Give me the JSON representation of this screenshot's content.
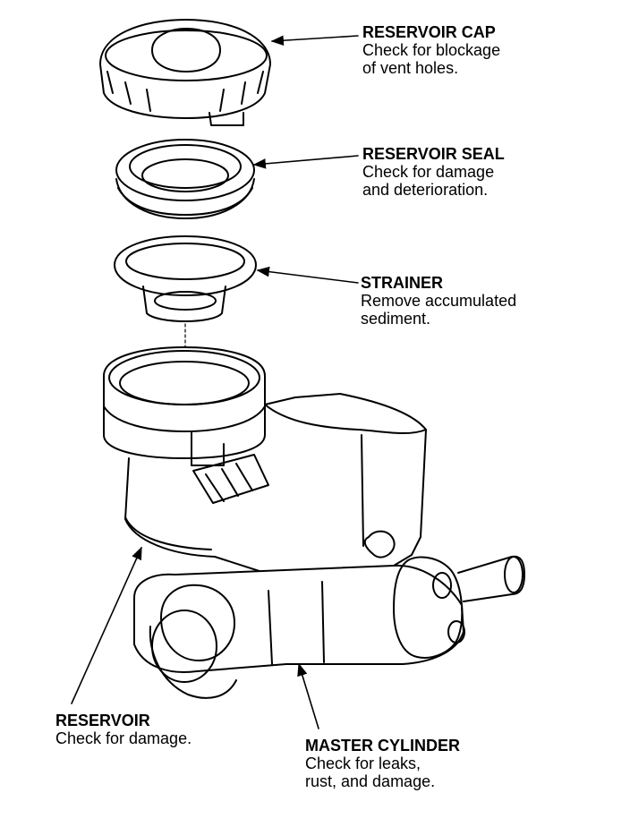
{
  "callouts": {
    "reservoir_cap": {
      "title": "RESERVOIR CAP",
      "lines": [
        "Check for blockage",
        "of vent holes."
      ]
    },
    "reservoir_seal": {
      "title": "RESERVOIR SEAL",
      "lines": [
        "Check for damage",
        "and deterioration."
      ]
    },
    "strainer": {
      "title": "STRAINER",
      "lines": [
        "Remove accumulated",
        "sediment."
      ]
    },
    "reservoir": {
      "title": "RESERVOIR",
      "lines": [
        "Check for damage."
      ]
    },
    "master_cylinder": {
      "title": "MASTER CYLINDER",
      "lines": [
        "Check for leaks,",
        "rust, and damage."
      ]
    }
  }
}
